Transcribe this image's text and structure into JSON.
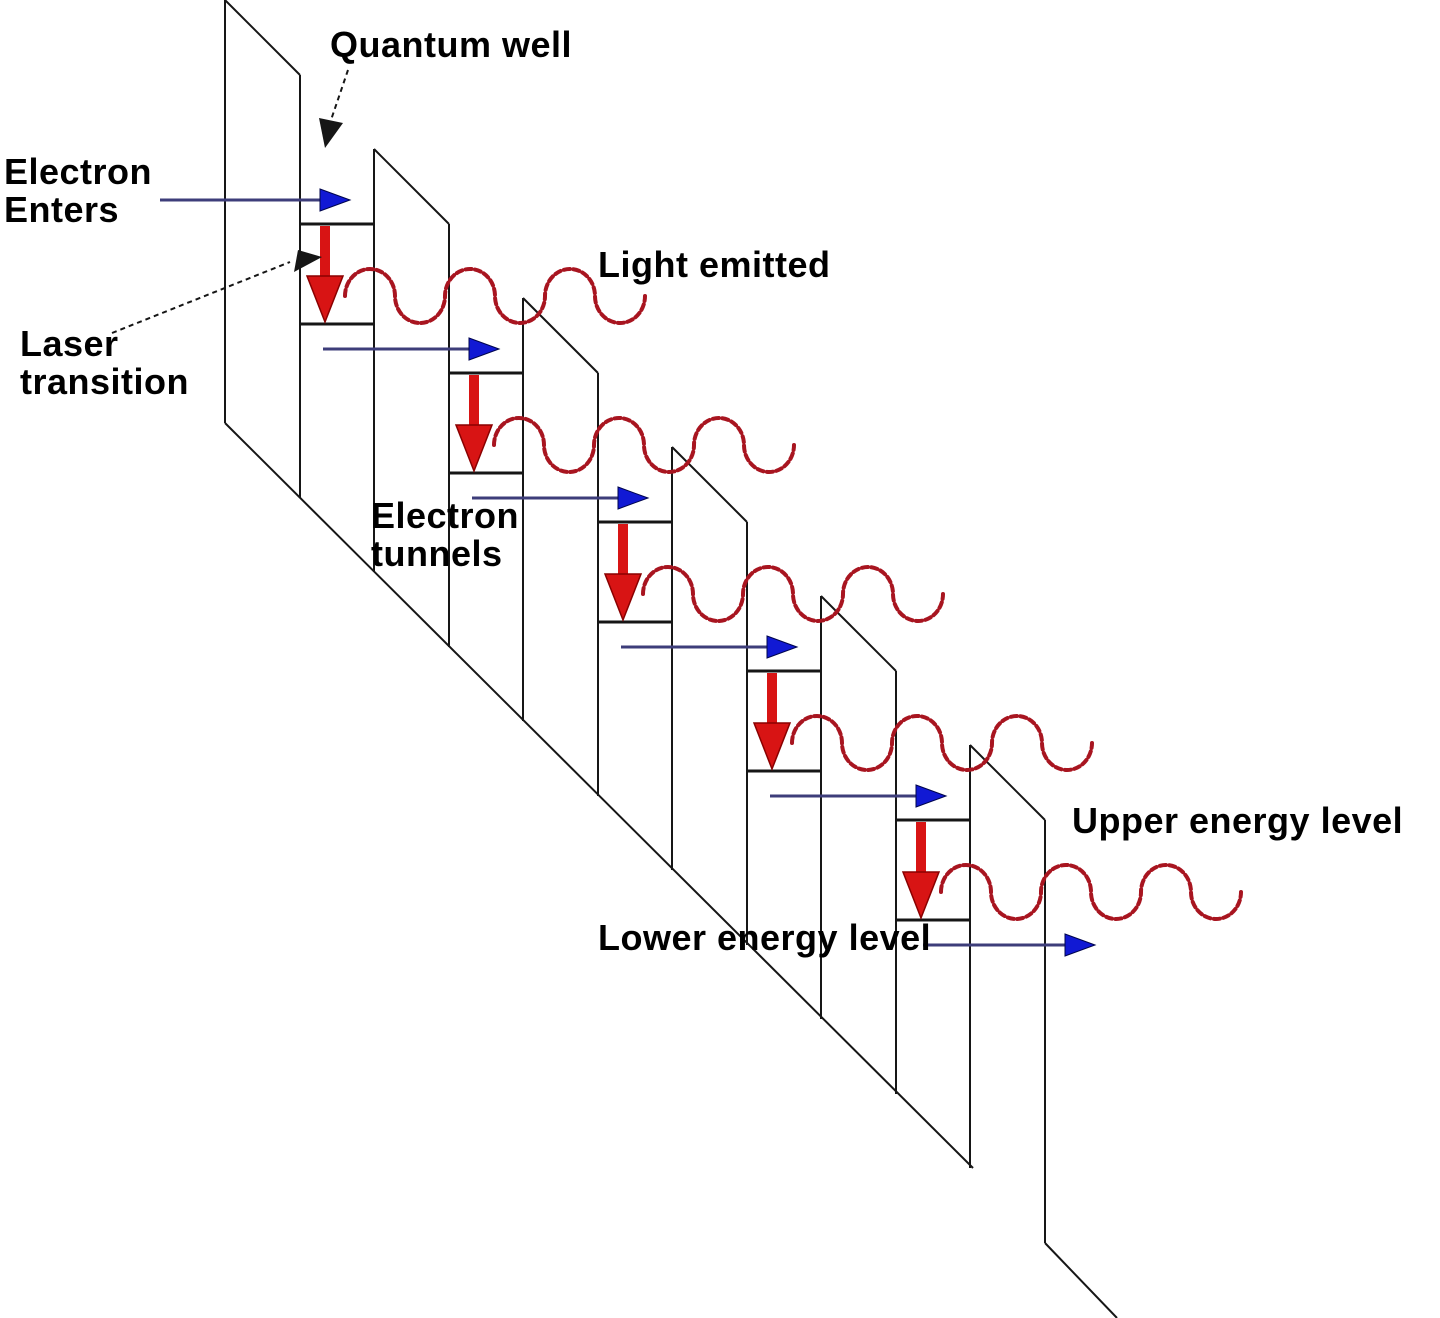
{
  "labels": {
    "quantum_well": "Quantum well",
    "electron_enters": [
      "Electron",
      "Enters"
    ],
    "laser_transition": [
      "Laser",
      "transition"
    ],
    "light_emitted": "Light emitted",
    "electron_tunnels": [
      "Electron",
      "tunnels"
    ],
    "upper_energy_level": "Upper energy level",
    "lower_energy_level": "Lower energy level"
  },
  "colors": {
    "background": "#ffffff",
    "line_black": "#161616",
    "label_text": "#000000",
    "electron_arrow_line": "#3d3d7a",
    "electron_arrow_head": "#1119d4",
    "laser_arrow": "#d81414",
    "laser_arrow_dark": "#8a0000",
    "photon_wave": "#a81520"
  },
  "structure": {
    "barrier_sheets": 6,
    "quantum_wells": 5,
    "laser_transition_arrows": 5,
    "photon_waves": 5,
    "electron_arrows": 6
  }
}
